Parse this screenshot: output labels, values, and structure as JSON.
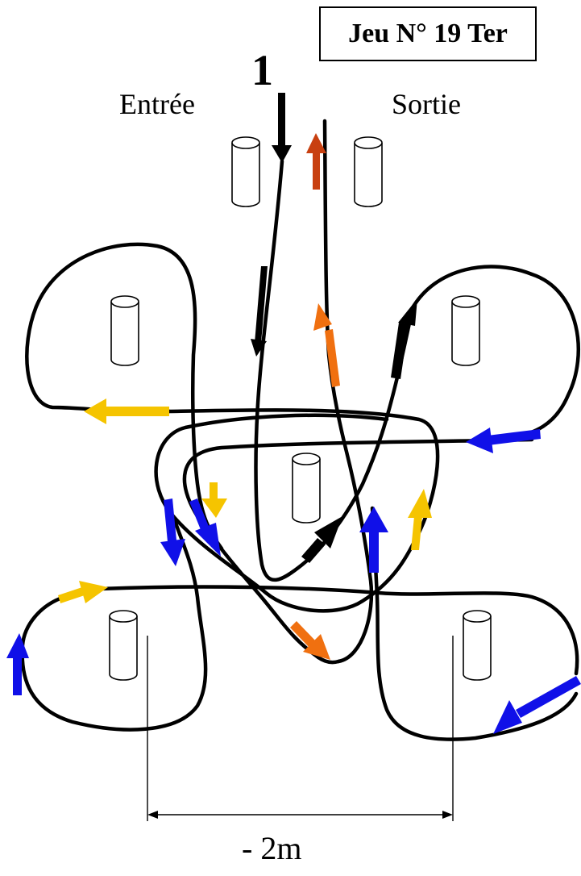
{
  "title": "Jeu N° 19 Ter",
  "start_number": "1",
  "entry_label": "Entrée",
  "exit_label": "Sortie",
  "scale_label": "- 2m",
  "colors": {
    "black": "#000000",
    "yellow": "#F5C400",
    "blue": "#1010E8",
    "orange": "#F07010",
    "dark_orange": "#C84010"
  },
  "elements": {
    "cylinders": [
      "cone-entry",
      "cone-exit",
      "cone-top-left",
      "cone-top-right",
      "cone-center",
      "cone-bottom-left",
      "cone-bottom-right"
    ],
    "arrow_colors": [
      "black",
      "yellow",
      "blue",
      "orange"
    ]
  }
}
